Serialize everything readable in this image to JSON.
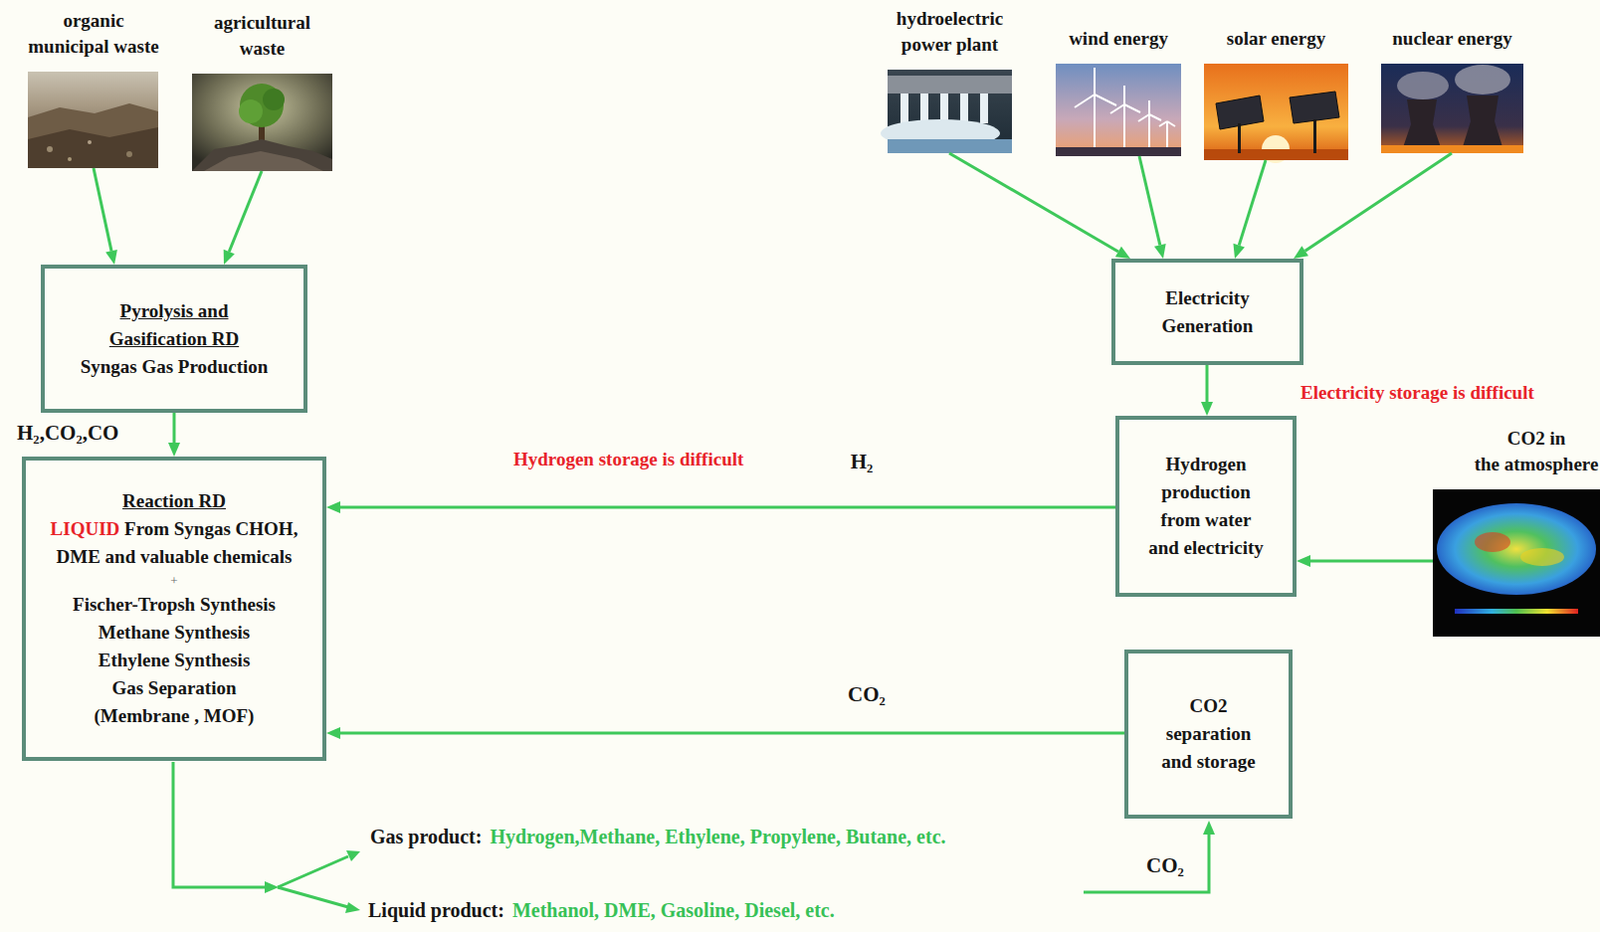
{
  "diagram": {
    "nodes": [
      {
        "text": [
          "organic municipal waste"
        ]
      },
      {
        "text": [
          "agricultural waste"
        ]
      },
      {
        "text": [
          "hydroelectric power plant"
        ]
      },
      {
        "text": [
          "wind energy"
        ]
      },
      {
        "text": [
          "solar energy"
        ]
      },
      {
        "text": [
          "nuclear energy"
        ]
      },
      {
        "text": [
          "Pyrolysis and Gasification RD",
          "Syngas Gas Production"
        ]
      },
      {
        "text": [
          "Electricity Generation"
        ]
      },
      {
        "text": [
          "Reaction RD",
          "LIQUID",
          "From Syngas CHOH, DME and valuable chemicals",
          "+",
          "Fischer-Tropsh Synthesis",
          "Methane Synthesis",
          "Ethylene Synthesis",
          "Gas Separation (Membrane , MOF)"
        ]
      },
      {
        "text": [
          "Hydrogen production from water and electricity"
        ]
      },
      {
        "text": [
          "CO2 in the atmosphere"
        ]
      },
      {
        "text": [
          "CO2 separation and storage"
        ]
      }
    ],
    "edges": [
      {
        "from": 0,
        "to": 6,
        "arrow": "to"
      },
      {
        "from": 1,
        "to": 6,
        "arrow": "to"
      },
      {
        "from": 2,
        "to": 7,
        "arrow": "to"
      },
      {
        "from": 3,
        "to": 7,
        "arrow": "to"
      },
      {
        "from": 4,
        "to": 7,
        "arrow": "to"
      },
      {
        "from": 5,
        "to": 7,
        "arrow": "to"
      },
      {
        "from": 6,
        "to": 8,
        "label": "H₂,CO₂,CO",
        "arrow": "to"
      },
      {
        "from": 7,
        "to": 9,
        "arrow": "to"
      },
      {
        "from": 9,
        "to": 8,
        "label": "H₂",
        "arrow": "to"
      },
      {
        "from": 10,
        "to": 9,
        "arrow": "to"
      },
      {
        "from": 11,
        "to": 8,
        "label": "CO₂",
        "arrow": "to"
      }
    ],
    "labels": [
      "Hydrogen storage is difficult",
      "Electricity storage is difficult",
      "Gas product:",
      "Hydrogen,Methane, Ethylene, Propylene, Butane, etc.",
      "Liquid product:",
      "Methanol, DME, Gasoline, Diesel, etc.",
      "CO₂"
    ]
  }
}
